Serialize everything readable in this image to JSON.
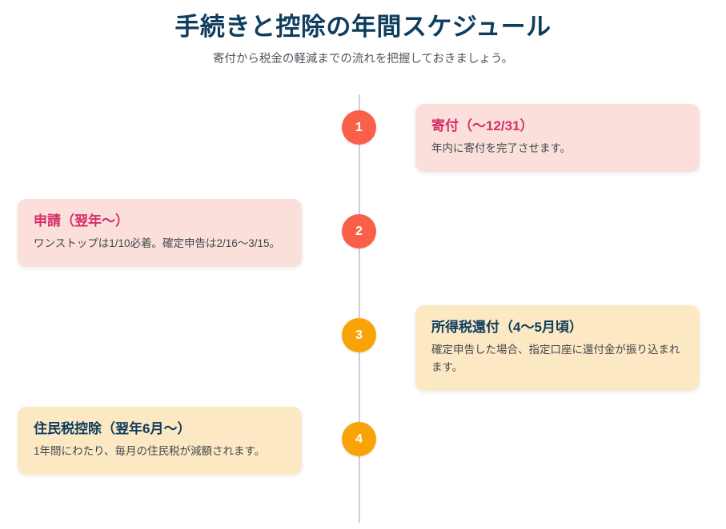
{
  "header": {
    "title": "手続きと控除の年間スケジュール",
    "subtitle": "寄付から税金の軽減までの流れを把握しておきましょう。"
  },
  "theme": {
    "background": "#ffffff",
    "title_color": "#0f3d5e",
    "subtitle_color": "#50575e",
    "axis_color": "#ccd0d6",
    "body_text_color": "#44484d",
    "coral": "#f9604a",
    "amber": "#faa307",
    "pink_card_bg": "#fbdfda",
    "cream_card_bg": "#fce8c3",
    "pink_title_color": "#d52e6b",
    "navy_title_color": "#0f3d5e"
  },
  "timeline": {
    "steps": [
      {
        "number": "1",
        "title": "寄付（〜12/31）",
        "description": "年内に寄付を完了させます。",
        "side": "right",
        "card_style": "pink",
        "marker_style": "coral"
      },
      {
        "number": "2",
        "title": "申請（翌年〜）",
        "description": "ワンストップは1/10必着。確定申告は2/16〜3/15。",
        "side": "left",
        "card_style": "pink",
        "marker_style": "coral"
      },
      {
        "number": "3",
        "title": "所得税還付（4〜5月頃）",
        "description": "確定申告した場合、指定口座に還付金が振り込まれます。",
        "side": "right",
        "card_style": "cream",
        "marker_style": "amber"
      },
      {
        "number": "4",
        "title": "住民税控除（翌年6月〜）",
        "description": "1年間にわたり、毎月の住民税が減額されます。",
        "side": "left",
        "card_style": "cream",
        "marker_style": "amber"
      }
    ]
  }
}
